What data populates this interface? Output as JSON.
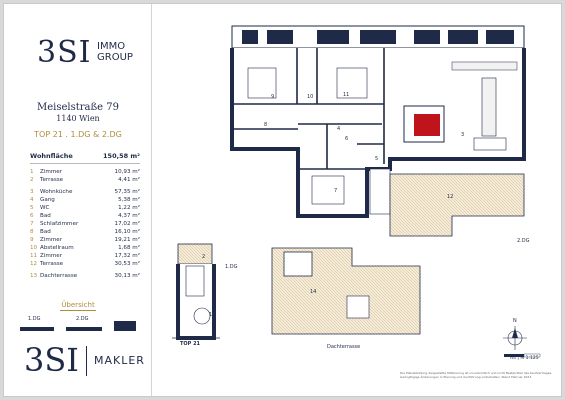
{
  "logo_top": {
    "big": "3SI",
    "line1": "IMMO",
    "line2": "GROUP"
  },
  "address": {
    "street": "Meiselstraße 79",
    "city": "1140 Wien"
  },
  "unit_title": "TOP 21 . 1.DG & 2.DG",
  "wohnflaeche": {
    "label": "Wohnfläche",
    "value": "150,58 m²"
  },
  "rooms_a": [
    {
      "n": "1",
      "label": "Zimmer",
      "area": "10,93 m²"
    },
    {
      "n": "2",
      "label": "Terrasse",
      "area": "4,41 m²"
    }
  ],
  "rooms_b": [
    {
      "n": "3",
      "label": "Wohnküche",
      "area": "57,35 m²"
    },
    {
      "n": "4",
      "label": "Gang",
      "area": "5,38 m²"
    },
    {
      "n": "5",
      "label": "WC",
      "area": "1,22 m²"
    },
    {
      "n": "6",
      "label": "Bad",
      "area": "4,37 m²"
    },
    {
      "n": "7",
      "label": "Schlafzimmer",
      "area": "17,02 m²"
    },
    {
      "n": "8",
      "label": "Bad",
      "area": "16,10 m²"
    },
    {
      "n": "9",
      "label": "Zimmer",
      "area": "19,21 m²"
    },
    {
      "n": "10",
      "label": "Abstellraum",
      "area": "1,68 m²"
    },
    {
      "n": "11",
      "label": "Zimmer",
      "area": "17,32 m²"
    },
    {
      "n": "12",
      "label": "Terrasse",
      "area": "30,53 m²"
    }
  ],
  "rooms_c": [
    {
      "n": "13",
      "label": "Dachterrasse",
      "area": "30,13 m²"
    }
  ],
  "overview": {
    "title": "Übersicht",
    "l1": "1.DG",
    "l2": "2.DG"
  },
  "logo_bottom": {
    "big": "3SI",
    "side": "MAKLER"
  },
  "plan_labels": {
    "r9": "9",
    "r10": "10",
    "r11": "11",
    "r3": "3",
    "r8": "8",
    "r4": "4",
    "r6": "6",
    "r5": "5",
    "r7": "7",
    "r12": "12",
    "r2": "2",
    "r1": "1",
    "r14": "14",
    "dg2": "2.DG",
    "dg1": "1.DG",
    "top21": "TOP 21",
    "dachterrasse": "Dachterrasse",
    "north": "N"
  },
  "scale_text": "A4 | M 1:125",
  "fine_print": "Die Planabbildung dargestellte Möblierung ist unverbindlich und nicht Bestandteil des Kaufvertrages. Geringfügige Änderungen in Planung und Ausführung vorbehalten. Stand Februar 2023",
  "colors": {
    "navy": "#1f2a48",
    "gold": "#b08d3c",
    "fireplace": "#c0141c"
  }
}
